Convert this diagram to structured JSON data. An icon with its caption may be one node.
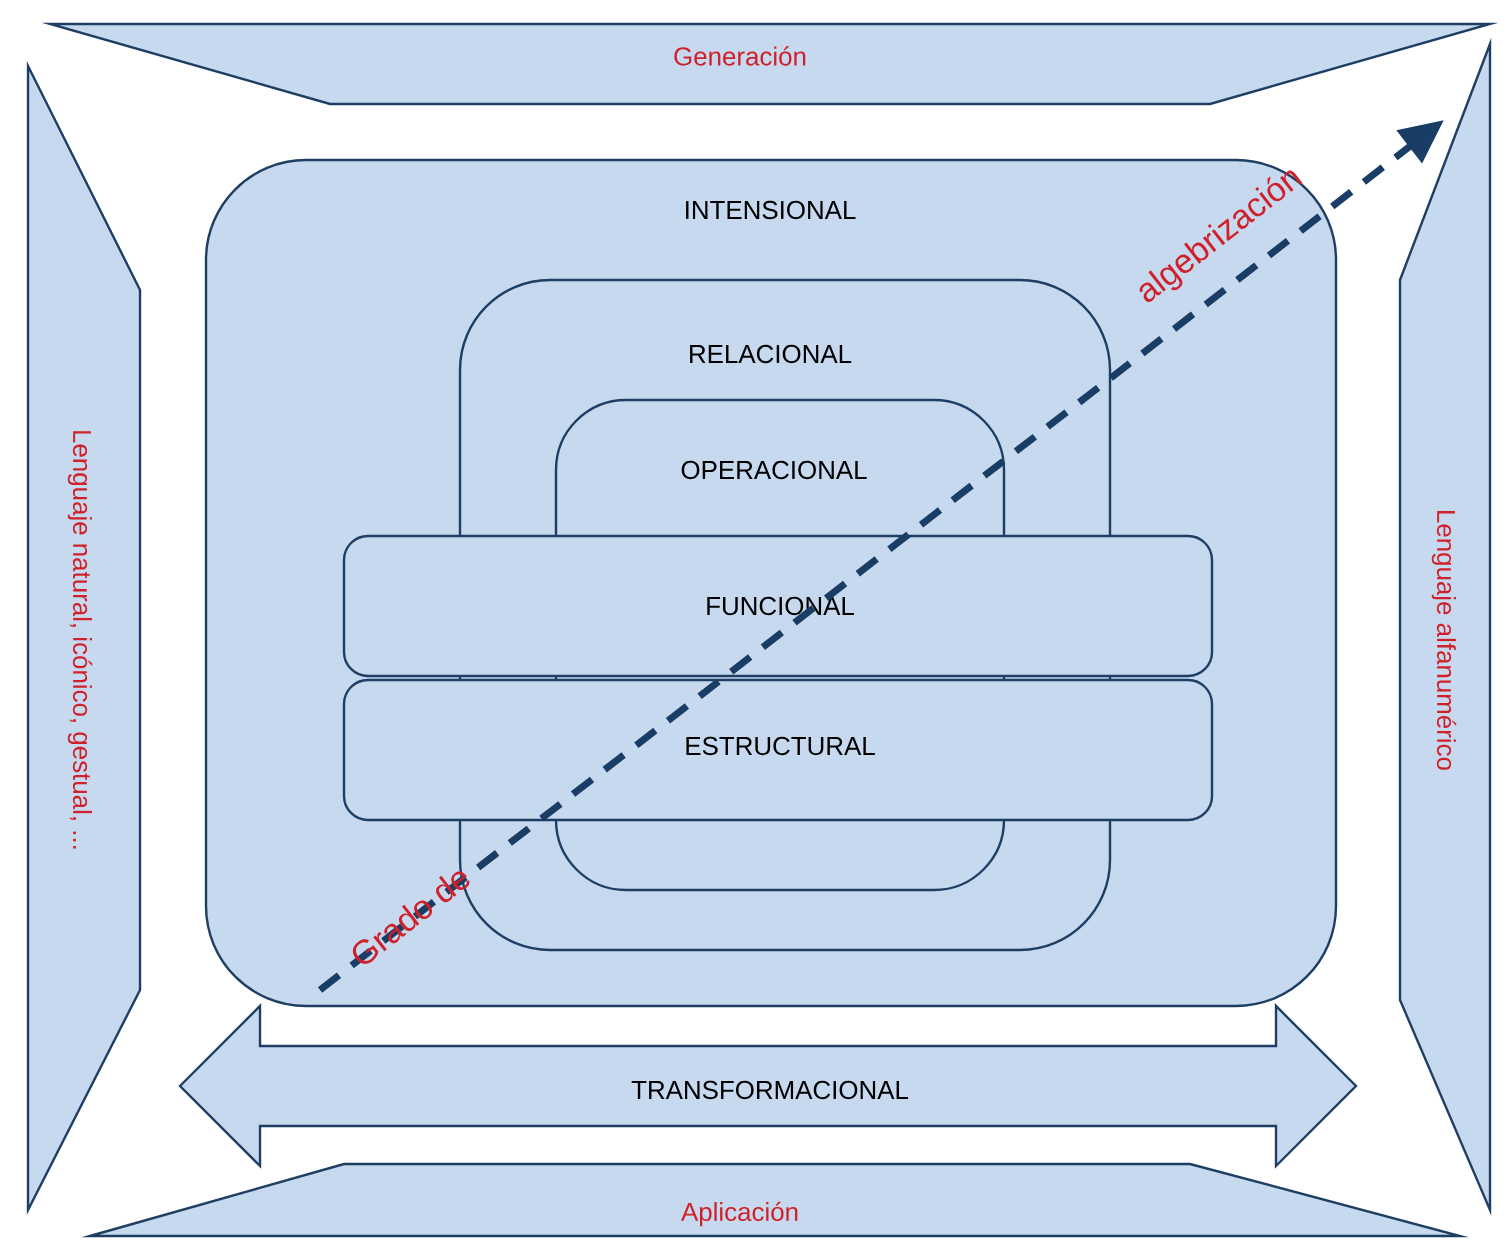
{
  "diagram": {
    "nodes": [
      {
        "text": [
          "Generación"
        ]
      },
      {
        "text": [
          "Lenguaje natural, icónico, gestual, ..."
        ]
      },
      {
        "text": [
          "Lenguaje alfanumérico"
        ]
      },
      {
        "text": [
          "Aplicación"
        ]
      },
      {
        "text": [
          "INTENSIONAL"
        ]
      },
      {
        "text": [
          "RELACIONAL"
        ],
        "in": 4
      },
      {
        "text": [
          "OPERACIONAL"
        ],
        "in": 5
      },
      {
        "text": [
          "FUNCIONAL"
        ],
        "in": 4
      },
      {
        "text": [
          "ESTRUCTURAL"
        ],
        "in": 4
      },
      {
        "text": [
          "TRANSFORMACIONAL"
        ]
      }
    ],
    "labels": [
      "Grado de",
      "algebrización"
    ]
  }
}
